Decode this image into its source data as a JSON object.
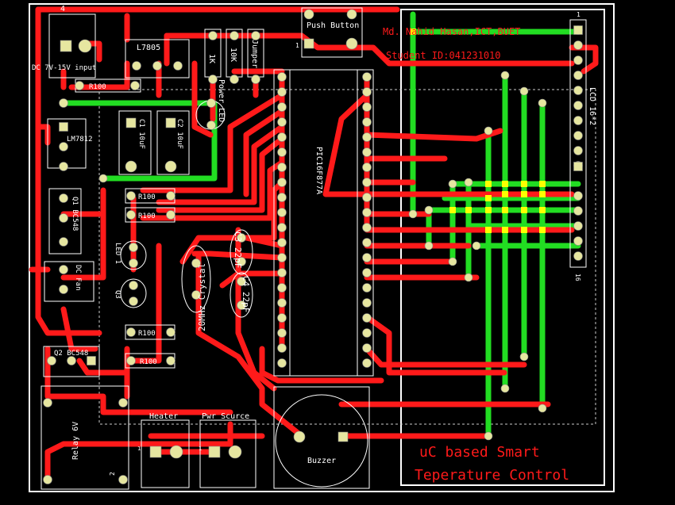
{
  "colors": {
    "background": "#000000",
    "top_trace": "#ff1a1a",
    "bottom_trace": "#22dd22",
    "silkscreen": "#ffffff",
    "copper_pad": "#e6e6a0",
    "overlap": "#ffff00"
  },
  "board": {
    "designer_line1": "Md. Nahid Hasan,ICT,BUET",
    "designer_line2": "Student ID:041231010",
    "title_line1": "uC based Smart",
    "title_line2": "Teperature Control"
  },
  "labels": {
    "dc_input": "DC 7V-15V input",
    "regulator_7805": "L7805",
    "regulator_lm7812": "LM7812",
    "cap_c1": "C1 10uF",
    "cap_c2": "C2 10uF",
    "r_1k": "1K",
    "r_10k": "10K",
    "jumper": "Jumper",
    "power_led": "Power LED",
    "push_button": "Push Button",
    "mcu": "PIC16F877A",
    "lcd": "LCD 16*2",
    "crystal": "20MHz Crystal",
    "c3": "C3 22pF",
    "c4": "C4 22pF",
    "q1": "Q1 BC548",
    "q2": "Q2 BC548",
    "q3": "Q3",
    "dc_fan": "DC Fan",
    "led1": "LED 1",
    "r100_a": "R100",
    "r100_b": "R100",
    "r100_c": "R100",
    "r100_d": "R100",
    "r100_e": "R100",
    "relay": "Relay 6V",
    "heater": "Heater",
    "pwr_source": "Pwr Scurce",
    "buzzer": "Buzzer",
    "pin_1": "1",
    "pin_2": "2",
    "pin_4": "4",
    "pin_16": "16"
  }
}
